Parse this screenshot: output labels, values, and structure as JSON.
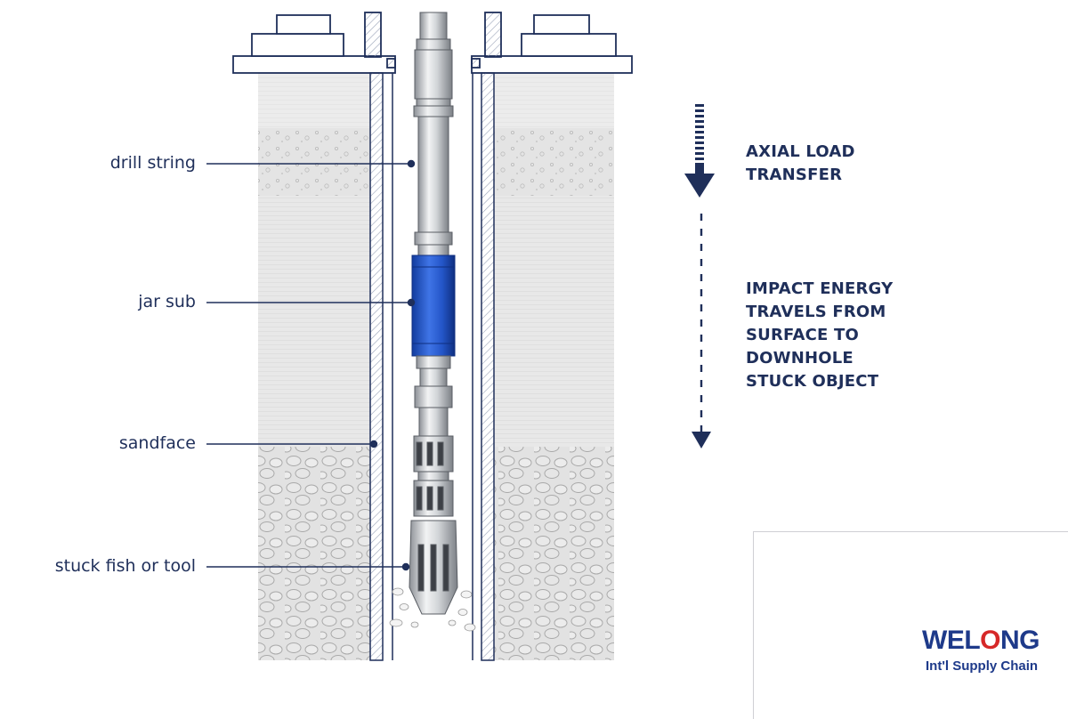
{
  "labels": {
    "drill_string": "drill string",
    "jar_sub": "jar sub",
    "sandface": "sandface",
    "stuck_fish": "stuck fish or tool"
  },
  "notes": {
    "axial_load": "AXIAL LOAD\nTRANSFER",
    "impact_energy": "IMPACT ENERGY\nTRAVELS FROM\nSURFACE TO\nDOWNHOLE\nSTUCK OBJECT"
  },
  "logo": {
    "word_prefix": "WEL",
    "word_o": "O",
    "word_suffix": "NG",
    "tagline": "Int'l Supply Chain"
  },
  "colors": {
    "navy": "#1f2f5a",
    "jar_blue": "#2456c9",
    "logo_blue": "#1e3a8a",
    "logo_red": "#d62828",
    "formation_grey": "#e7e7e7"
  },
  "icons": {
    "solid_arrow": "arrow-down-icon",
    "dashed_arrow": "dashed-arrow-down-icon"
  }
}
